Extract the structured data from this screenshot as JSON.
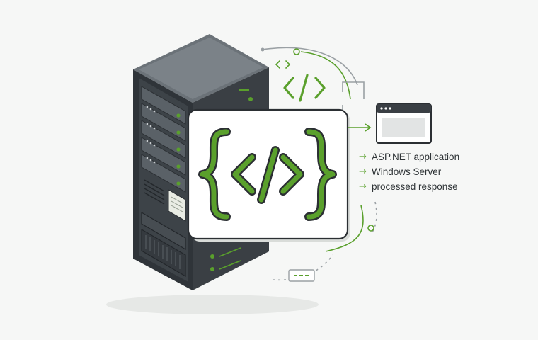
{
  "colors": {
    "background": "#f6f7f6",
    "accent_green": "#5aa02c",
    "server_dark": "#3a3f44",
    "server_mid": "#4a5056",
    "card_border": "#2b2f33",
    "line_gray": "#9aa0a4"
  },
  "icons": {
    "code_card": "code-brackets-icon",
    "small_code": "code-tag-icon",
    "browser": "browser-window-icon",
    "server": "server-rack-icon"
  },
  "legend": {
    "items": [
      {
        "arrow": "→",
        "label": "ASP.NET application"
      },
      {
        "arrow": "→",
        "label": "Windows Server"
      },
      {
        "arrow": "→",
        "label": "processed response"
      }
    ]
  }
}
